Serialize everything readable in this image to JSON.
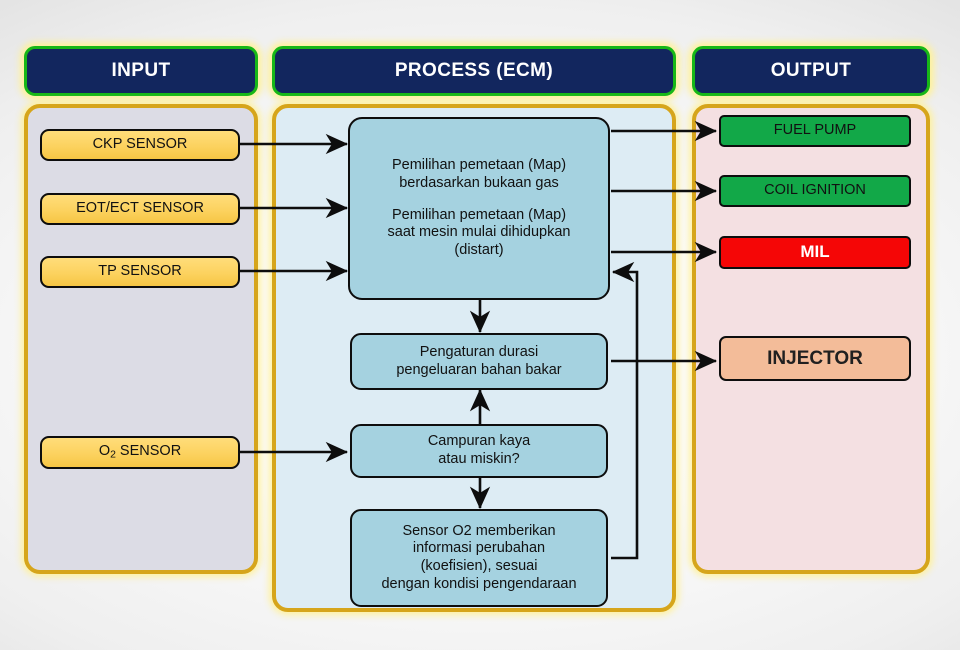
{
  "diagram": {
    "title": "ECM Input Process Output Flow",
    "colors": {
      "header_bg": "#12265e",
      "header_border": "#17b717",
      "panel_border": "#d6a51b",
      "input_panel_bg": "#dcdce5",
      "process_panel_bg": "#ddecf4",
      "output_panel_bg": "#f4e0e2",
      "sensor_box": "#fcd25f",
      "process_box": "#a5d2e0",
      "output_green": "#12a848",
      "output_red": "#f50606",
      "output_injector": "#f3bc99"
    }
  },
  "columns": {
    "input": {
      "header": "INPUT",
      "nodes": [
        {
          "id": "ckp",
          "label": "CKP SENSOR"
        },
        {
          "id": "eot",
          "label": "EOT/ECT SENSOR"
        },
        {
          "id": "tp",
          "label": "TP SENSOR"
        },
        {
          "id": "o2",
          "label_pre": "O",
          "label_sub": "2",
          "label_post": " SENSOR"
        }
      ]
    },
    "process": {
      "header": "PROCESS (ECM)",
      "nodes": [
        {
          "id": "map-selection",
          "lines": [
            "Pemilihan pemetaan (Map)",
            "berdasarkan bukaan gas",
            "",
            "Pemilihan pemetaan (Map)",
            "saat mesin mulai dihidupkan",
            "(distart)"
          ]
        },
        {
          "id": "fuel-duration",
          "lines": [
            "Pengaturan durasi",
            "pengeluaran bahan bakar"
          ]
        },
        {
          "id": "mixture-check",
          "lines": [
            "Campuran kaya",
            "atau miskin?"
          ]
        },
        {
          "id": "o2-feedback",
          "lines": [
            "Sensor O2 memberikan",
            "informasi perubahan",
            "(koefisien), sesuai",
            "dengan kondisi pengendaraan"
          ]
        }
      ]
    },
    "output": {
      "header": "OUTPUT",
      "nodes": [
        {
          "id": "fuel-pump",
          "label": "FUEL PUMP"
        },
        {
          "id": "coil-ignition",
          "label": "COIL  IGNITION"
        },
        {
          "id": "mil",
          "label": "MIL"
        },
        {
          "id": "injector",
          "label": "INJECTOR"
        }
      ]
    }
  }
}
